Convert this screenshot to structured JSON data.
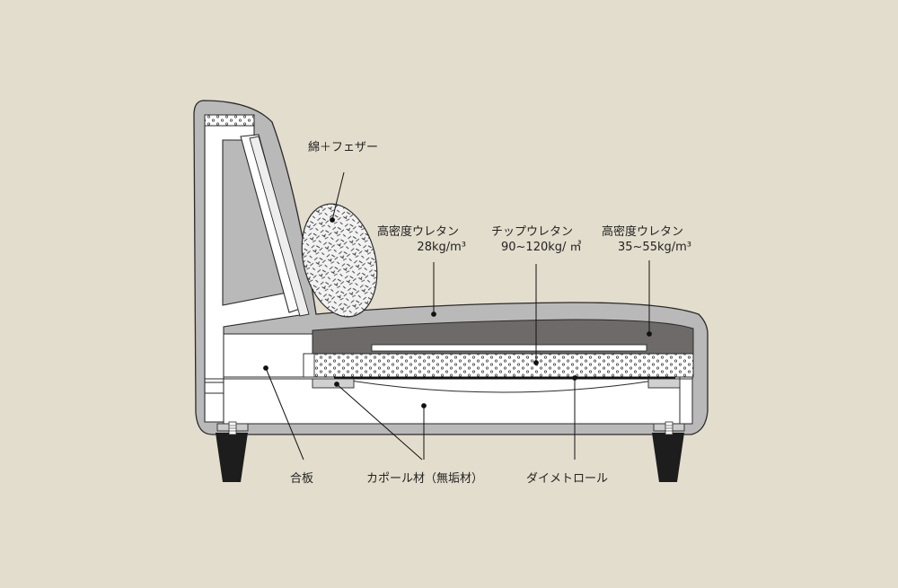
{
  "colors": {
    "background": "#e3ddcd",
    "upholstery": "#b9b9b9",
    "high_density_top": "#6d6a69",
    "frame": "#ffffff",
    "outline": "#2b2b2b",
    "leg": "#1d1d1d"
  },
  "labels": {
    "cushion_fill": "綿＋フェザー",
    "top_urethane_name": "高密度ウレタン",
    "top_urethane_spec": "28kg/m³",
    "chip_urethane_name": "チップウレタン",
    "chip_urethane_spec": "90~120kg/ ㎥",
    "base_urethane_name": "高密度ウレタン",
    "base_urethane_spec": "35~55kg/m³",
    "plywood": "合板",
    "carpole": "カポール材（無垢材）",
    "dimetroll": "ダイメトロール"
  },
  "icons": {
    "leg_bolt_left": "bolt-icon",
    "leg_bolt_right": "bolt-icon"
  }
}
